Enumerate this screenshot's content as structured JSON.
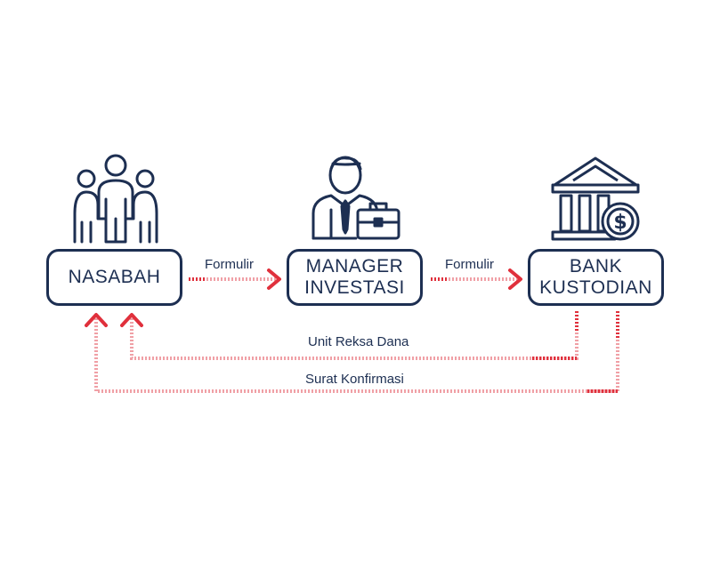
{
  "nodes": {
    "nasabah": {
      "label": "NASABAH",
      "icon": "people-group-icon"
    },
    "manager": {
      "label": "MANAGER\nINVESTASI",
      "icon": "businessman-briefcase-icon"
    },
    "bank": {
      "label": "BANK\nKUSTODIAN",
      "icon": "bank-dollar-icon"
    }
  },
  "edges": {
    "formulir_1": "Formulir",
    "formulir_2": "Formulir",
    "unit_reksa_dana": "Unit Reksa Dana",
    "surat_konfirmasi": "Surat Konfirmasi"
  },
  "colors": {
    "navy": "#1d2f52",
    "arrow_red": "#e0303c",
    "arrow_dash": "#f0a0a6"
  }
}
